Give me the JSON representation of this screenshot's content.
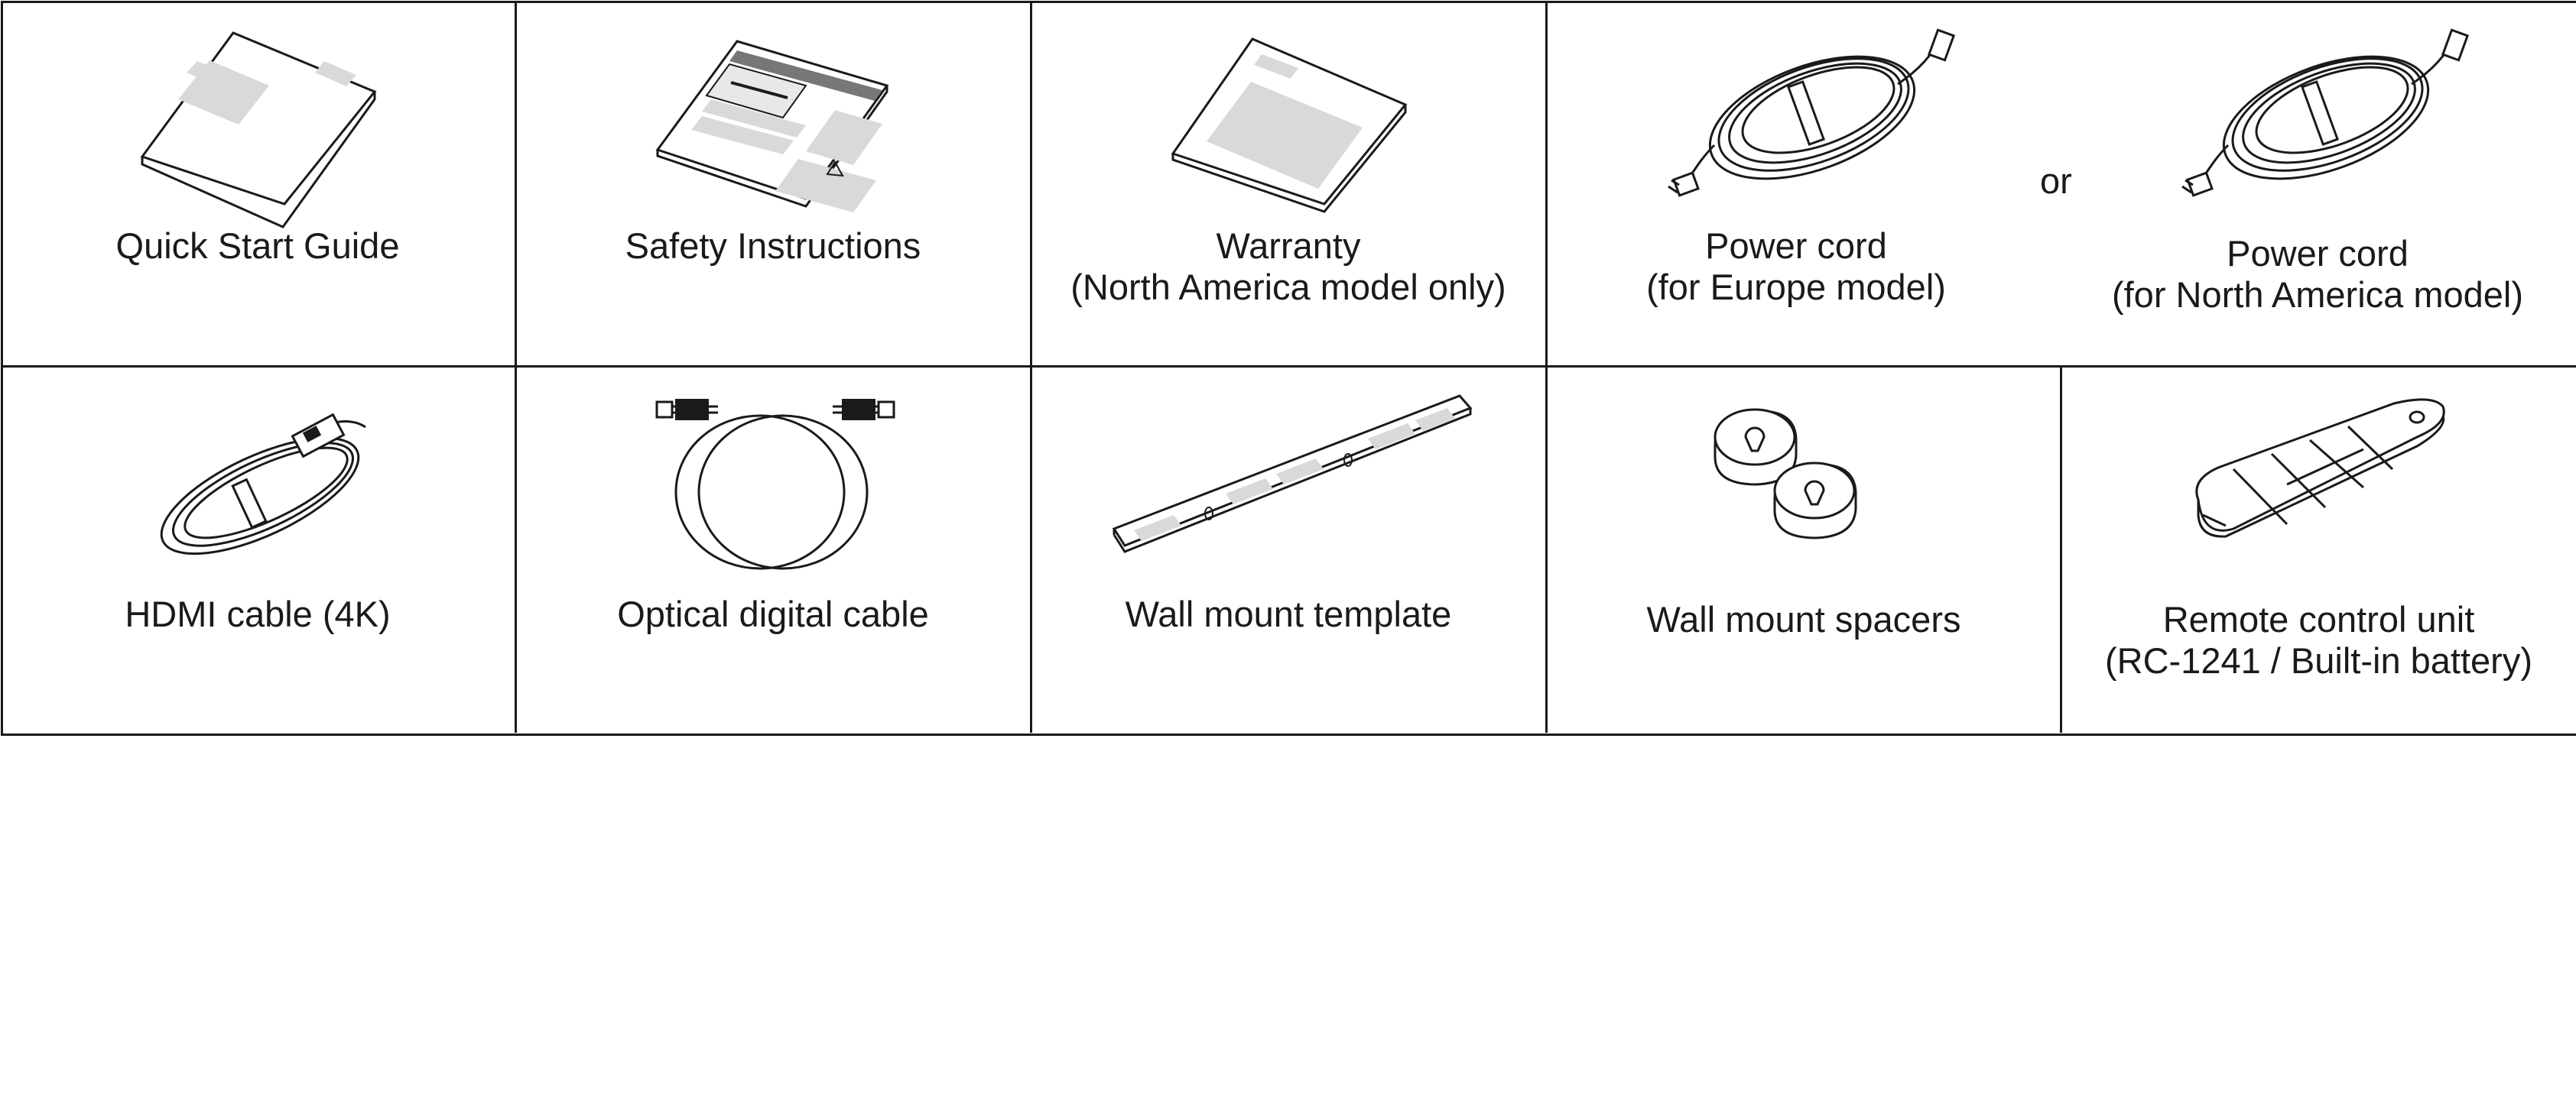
{
  "accessories": {
    "row1": {
      "quick_start": {
        "line1": "Quick Start Guide"
      },
      "safety": {
        "line1": "Safety Instructions"
      },
      "warranty": {
        "line1": "Warranty",
        "line2": "(North America model only)"
      },
      "power_eu": {
        "line1": "Power cord",
        "line2": "(for Europe model)"
      },
      "or_word": "or",
      "power_na": {
        "line1": "Power cord",
        "line2": "(for North America model)"
      }
    },
    "row2": {
      "hdmi": {
        "line1": "HDMI cable (4K)"
      },
      "optical": {
        "line1": "Optical digital cable"
      },
      "template": {
        "line1": "Wall mount template"
      },
      "spacers": {
        "line1": "Wall mount spacers"
      },
      "remote": {
        "line1": "Remote control unit",
        "line2": "(RC-1241 / Built-in battery)"
      }
    }
  },
  "colors": {
    "line": "#1a1a1a",
    "fill_light": "#d9d9d9",
    "background": "#ffffff"
  },
  "icons": {
    "quick_start": "booklet-icon",
    "safety": "safety-sheet-icon",
    "warranty": "warranty-sheet-icon",
    "power_eu": "power-cord-eu-icon",
    "power_na": "power-cord-na-icon",
    "hdmi": "hdmi-cable-icon",
    "optical": "optical-cable-icon",
    "template": "template-strip-icon",
    "spacers": "spacers-icon",
    "remote": "remote-control-icon"
  }
}
